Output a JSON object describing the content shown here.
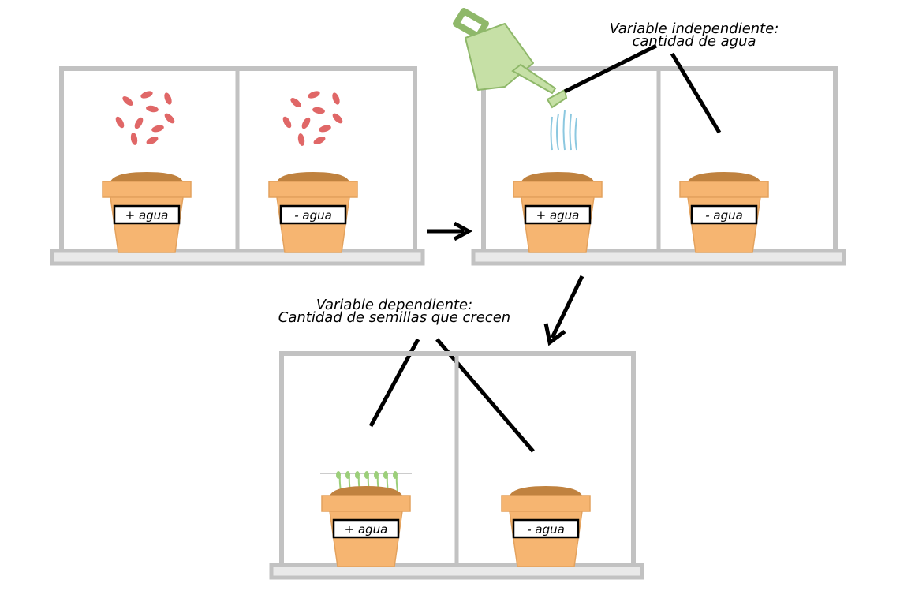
{
  "annotations": {
    "independent_title": "Variable independiente:",
    "independent_value": "cantidad de agua",
    "dependent_title": "Variable dependiente:",
    "dependent_value": "Cantidad de semillas que crecen"
  },
  "pots": {
    "more_water": "+ agua",
    "less_water": "- agua"
  },
  "colors": {
    "frame": "#c2c2c2",
    "pot": "#f6b571",
    "soil": "#c0823f",
    "seed": "#e06767",
    "can": "#c6e0a6",
    "water": "#8cc8e0",
    "sprout": "#9ccf7a"
  },
  "icons": [
    "watering-can-icon",
    "seed-icon",
    "sprout-icon",
    "arrow-icon"
  ]
}
